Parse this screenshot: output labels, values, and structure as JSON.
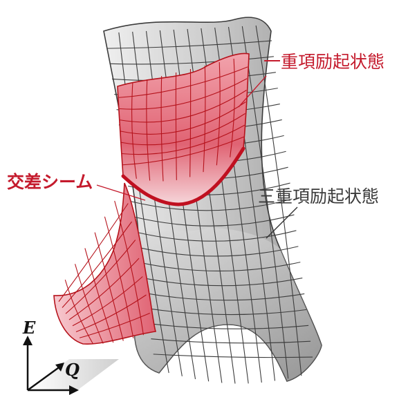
{
  "labels": {
    "singlet": "一重項励起状態",
    "triplet": "三重項励起状態",
    "crossing_seam": "交差シーム"
  },
  "axes": {
    "energy": "E",
    "coordinate": "Q"
  },
  "colors": {
    "singlet_surface": "#e8707e",
    "singlet_grid": "#b5121b",
    "triplet_surface": "#c9c9c9",
    "triplet_grid": "#3c3c3c",
    "seam": "#c01020",
    "label_red": "#c41a2c"
  }
}
